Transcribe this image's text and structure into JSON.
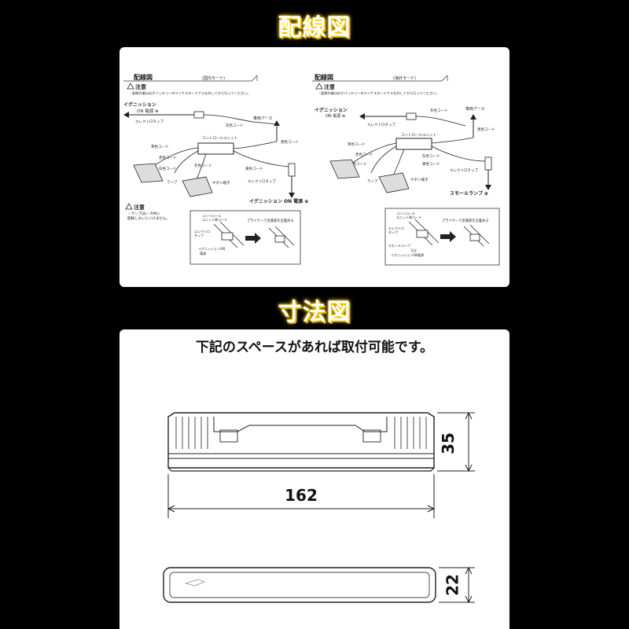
{
  "headers": {
    "wiring": "配線図",
    "dimensions": "寸法図"
  },
  "left_diagram": {
    "title": "配線図",
    "mode": "(国内モード)",
    "caution_title": "注意",
    "caution_text": "・配線作業は必ずバッテリーのマイナスターミナルを外してから行ってください。",
    "ignition": "イグニッション",
    "ignition_on": "ON 電源 ⊕",
    "electro_tap": "エレクトロタップ",
    "gray_cord": "灰色コード",
    "body_earth": "車両アース",
    "black_cord": "黒色コード",
    "control_unit": "コントロールユニット",
    "brown_cord": "茶色コード",
    "red_cord": "赤色コード",
    "white_cord": "白色コード",
    "yellow_cord": "黄色コード",
    "lamp": "ランプ",
    "grommet": "ギボシ端子",
    "electro_tap2": "エレクトロタップ",
    "ignition_on_power": "イグニッション ON 電源 ⊕",
    "note_title": "注意",
    "note_text1": "・ランプはL・R共に",
    "note_text2": "配線しないといけません。",
    "inset_label1": "コントロール",
    "inset_label2": "ユニット側コード",
    "inset_label3": "エレクトロ",
    "inset_label4": "タップ",
    "inset_label5": "イグニッションON",
    "inset_label6": "電源",
    "inset_plier": "プライヤーで金属部を圧着める"
  },
  "right_diagram": {
    "title": "配線図",
    "mode": "(海外モード)",
    "caution_title": "注意",
    "caution_text": "・配線作業は必ずバッテリーのマイナスターミナルを外してから行ってください。",
    "ignition": "イグニッション",
    "ignition_on": "ON 電源 ⊕",
    "electro_tap": "エレクトロタップ",
    "gray_cord": "灰色コード",
    "body_earth": "車両アース",
    "black_cord": "黒色コード",
    "control_unit": "コントロールユニット",
    "brown_cord": "茶色コード",
    "red_cord": "赤色コード",
    "white_cord": "白色コード",
    "yellow_cord": "黄色コード",
    "lamp": "ランプ",
    "grommet": "ギボシ端子",
    "electro_tap2": "エレクトロタップ",
    "small_lamp": "スモールランプ ⊕",
    "inset_label1": "コントロール",
    "inset_label2": "ユニット側コード",
    "inset_label3": "エレクトロ",
    "inset_label4": "タップ",
    "inset_label5": "スモールランプ",
    "inset_label6": "又は",
    "inset_label7": "イグニッションON電源",
    "inset_plier": "プライヤーで金属部を圧着める"
  },
  "dimensions": {
    "caption": "下記のスペースがあれば取付可能です。",
    "length": "162",
    "height": "35",
    "depth": "22"
  }
}
